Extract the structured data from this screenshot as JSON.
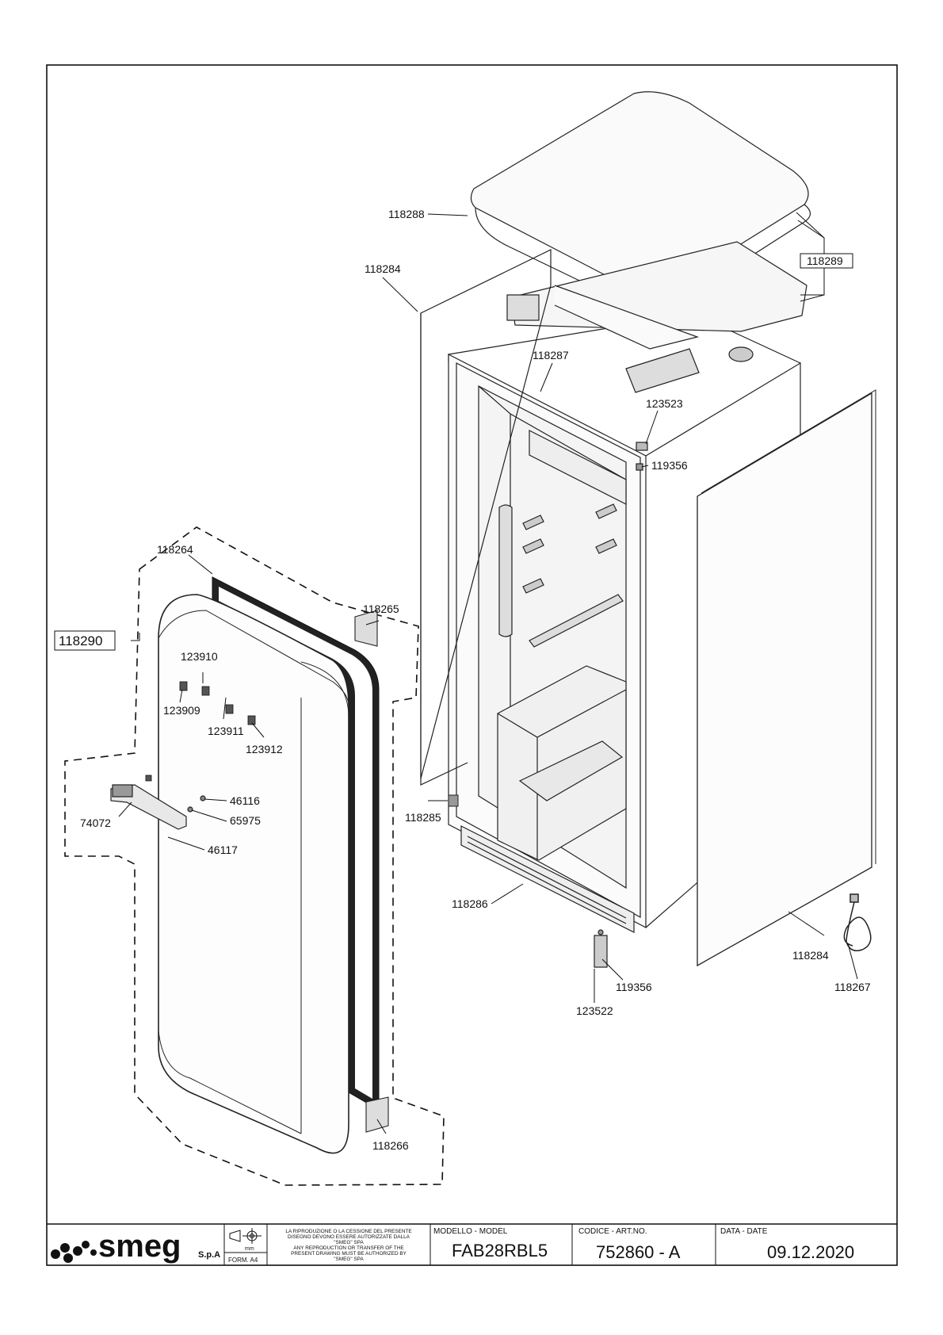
{
  "drawing": {
    "part_labels": {
      "p118288": "118288",
      "p118289": "118289",
      "p118284_top": "118284",
      "p118287": "118287",
      "p123523": "123523",
      "p119356_top": "119356",
      "p118264": "118264",
      "p118265": "118265",
      "p118290": "118290",
      "p123910": "123910",
      "p123909": "123909",
      "p123911": "123911",
      "p123912": "123912",
      "p46116": "46116",
      "p65975": "65975",
      "p74072": "74072",
      "p46117": "46117",
      "p118285": "118285",
      "p118286": "118286",
      "p119356_bot": "119356",
      "p123522": "123522",
      "p118284_bot": "118284",
      "p118267": "118267",
      "p118266": "118266"
    }
  },
  "title_block": {
    "logo_text": "smeg",
    "logo_suffix": "S.p.A",
    "form_label": "FORM. A4",
    "unit_label": "mm",
    "legal_it_1": "LA RIPRODUZIONE O LA CESSIONE DEL PRESENTE",
    "legal_it_2": "DISEGNO DEVONO ESSERE AUTORIZZATE DALLA",
    "legal_it_3": "\"SMEG\" SPA",
    "legal_en_1": "ANY REPRODUCTION OR TRANSFER OF THE",
    "legal_en_2": "PRESENT DRAWING MUST BE AUTHORIZED BY",
    "legal_en_3": "\"SMEG\" SPA",
    "model_header": "MODELLO - MODEL",
    "model_value": "FAB28RBL5",
    "code_header": "CODICE - ART.NO.",
    "code_value": "752860 - A",
    "date_header": "DATA - DATE",
    "date_value": "09.12.2020"
  }
}
